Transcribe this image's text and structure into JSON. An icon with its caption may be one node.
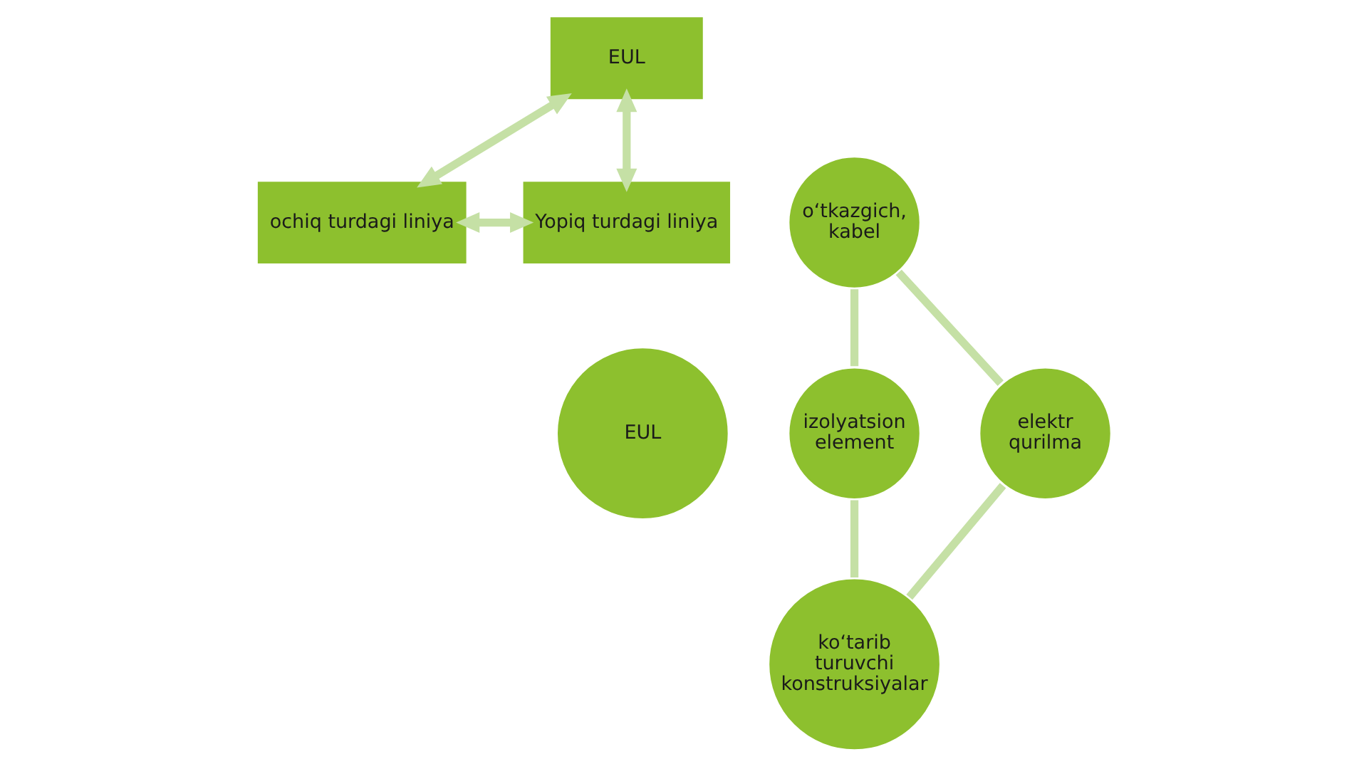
{
  "diagram": {
    "nodes": [
      {
        "text": [
          "EUL"
        ]
      },
      {
        "text": [
          "ochiq turdagi liniya"
        ]
      },
      {
        "text": [
          "Yopiq turdagi liniya"
        ]
      },
      {
        "text": [
          "EUL"
        ]
      },
      {
        "text": [
          "o‘tkazgich, kabel"
        ]
      },
      {
        "text": [
          "izolyatsion element"
        ]
      },
      {
        "text": [
          "ko‘tarib turuvchi konstruksiyalar"
        ]
      },
      {
        "text": [
          "elektr qurilma"
        ]
      }
    ],
    "edges": [
      {
        "from": 0,
        "to": 1,
        "arrow": "both"
      },
      {
        "from": 0,
        "to": 2,
        "arrow": "both"
      },
      {
        "from": 1,
        "to": 2,
        "arrow": "both"
      },
      {
        "from": 4,
        "to": 5,
        "arrow": "none"
      },
      {
        "from": 5,
        "to": 6,
        "arrow": "none"
      },
      {
        "from": 6,
        "to": 7,
        "arrow": "none"
      },
      {
        "from": 7,
        "to": 4,
        "arrow": "none"
      }
    ]
  }
}
